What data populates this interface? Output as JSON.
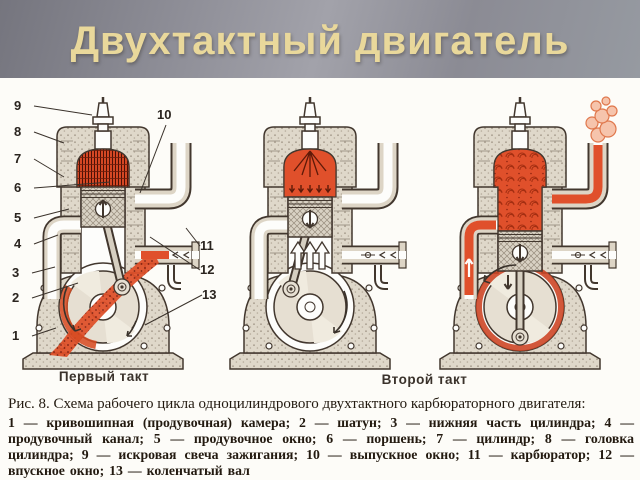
{
  "slide": {
    "title": "Двухтактный двигатель",
    "colors": {
      "title_text": "#e9d89b",
      "header_gray_dark": "#75757e",
      "header_gray_light": "#a2a2aa",
      "background": "#fdfcf8",
      "highlight_red": "#e0502b"
    }
  },
  "figure": {
    "stroke_captions": {
      "first": "Первый такт",
      "second": "Второй такт"
    },
    "caption_heading": "Рис. 8. Схема рабочего цикла одноцилиндрового двухтактного карбюраторного двигателя:",
    "caption_legend": "1 — кривошипная (продувочная) камера; 2 — шатун; 3 — нижняя часть цилиндра; 4 — продувочный канал; 5 — продувочное окно; 6 — поршень; 7 — цилиндр; 8 — головка цилиндра; 9 — искровая свеча зажигания; 10 — выпускное окно; 11 — карбюратор; 12 — впускное окно; 13 — коленчатый вал",
    "parts": [
      {
        "num": "1",
        "name": "кривошипная (продувочная) камера"
      },
      {
        "num": "2",
        "name": "шатун"
      },
      {
        "num": "3",
        "name": "нижняя часть цилиндра"
      },
      {
        "num": "4",
        "name": "продувочный канал"
      },
      {
        "num": "5",
        "name": "продувочное окно"
      },
      {
        "num": "6",
        "name": "поршень"
      },
      {
        "num": "7",
        "name": "цилиндр"
      },
      {
        "num": "8",
        "name": "головка цилиндра"
      },
      {
        "num": "9",
        "name": "искровая свеча зажигания"
      },
      {
        "num": "10",
        "name": "выпускное окно"
      },
      {
        "num": "11",
        "name": "карбюратор"
      },
      {
        "num": "12",
        "name": "впускное окно"
      },
      {
        "num": "13",
        "name": "коленчатый вал"
      }
    ]
  }
}
